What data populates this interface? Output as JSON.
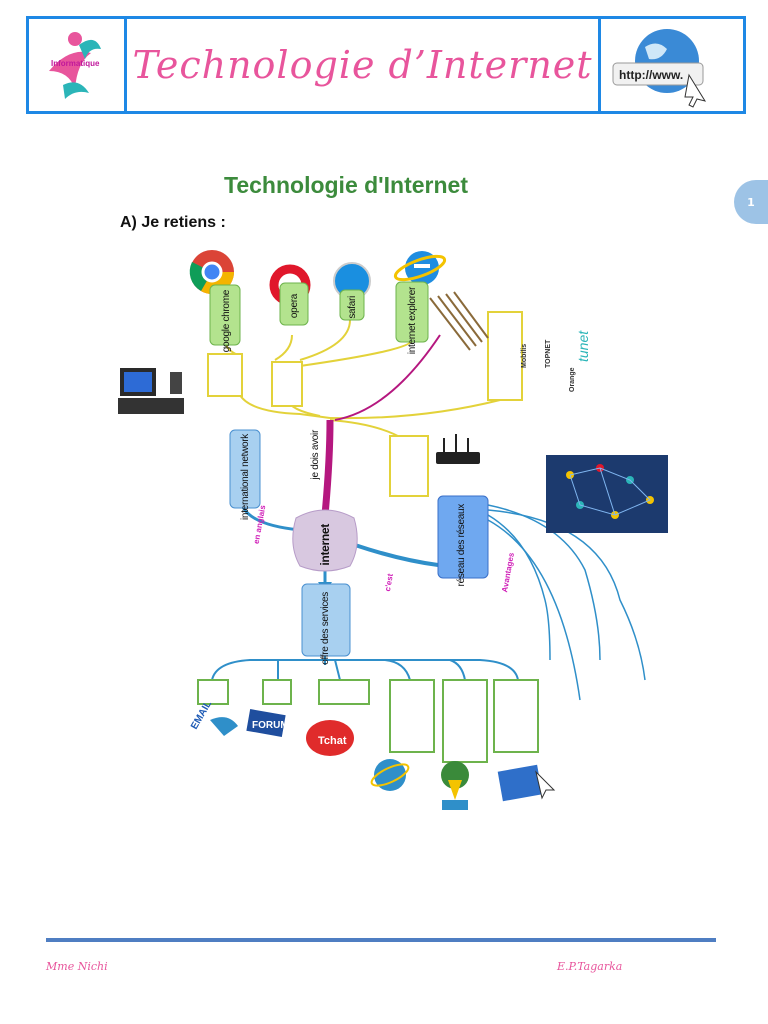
{
  "header": {
    "logo_text": "Informatique",
    "title": "Technologie d’Internet",
    "globe_text": "http://www."
  },
  "page_number": "1",
  "main_title": "Technologie d'Internet",
  "section_title": "A) Je retiens :",
  "browsers": [
    "google chrome",
    "opera",
    "safari",
    "internet explorer"
  ],
  "labels": {
    "international": "international network",
    "je_dois": "je dois avoir",
    "internet": "internet",
    "reseau": "réseau des réseaux",
    "offre": "offre des services",
    "en_anglais": "en anglais",
    "cest": "c'est",
    "avantages": "Avantages"
  },
  "providers": [
    "Mobilis",
    "TOPNET",
    "tunet",
    "Orange"
  ],
  "services": [
    "EMAIL",
    "FORUM",
    "Tchat"
  ],
  "footer": {
    "left": "Mme Nichi",
    "right": "E.P.Tagarka"
  }
}
